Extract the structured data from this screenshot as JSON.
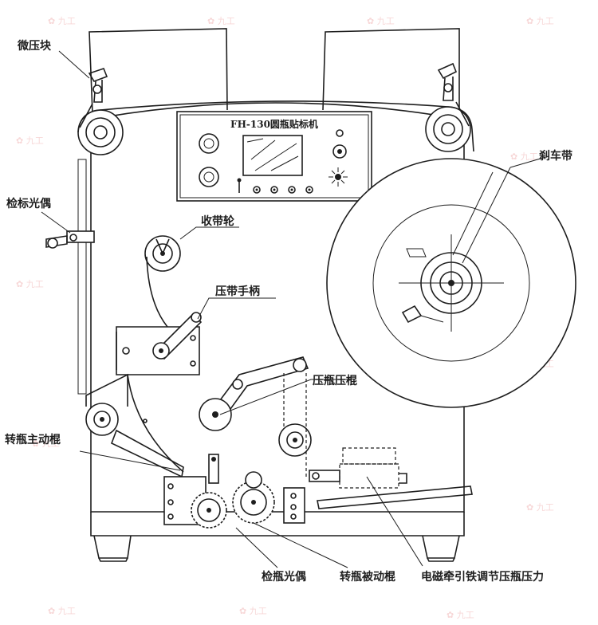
{
  "machine_title": "FH-130圆瓶贴标机",
  "labels": {
    "micro_press_block": "微压块",
    "label_sensor": "检标光偶",
    "take_up_wheel": "收带轮",
    "press_belt_handle": "压带手柄",
    "bottle_press_roller": "压瓶压棍",
    "bottle_drive_roller": "转瓶主动棍",
    "bottle_sensor": "检瓶光偶",
    "bottle_driven_roller": "转瓶被动棍",
    "electromagnet_adjust": "电磁牵引铁调节压瓶压力",
    "brake_belt": "刹车带"
  },
  "colors": {
    "line": "#1e1e1e",
    "background": "#ffffff",
    "watermark": "#f2b8b8"
  }
}
